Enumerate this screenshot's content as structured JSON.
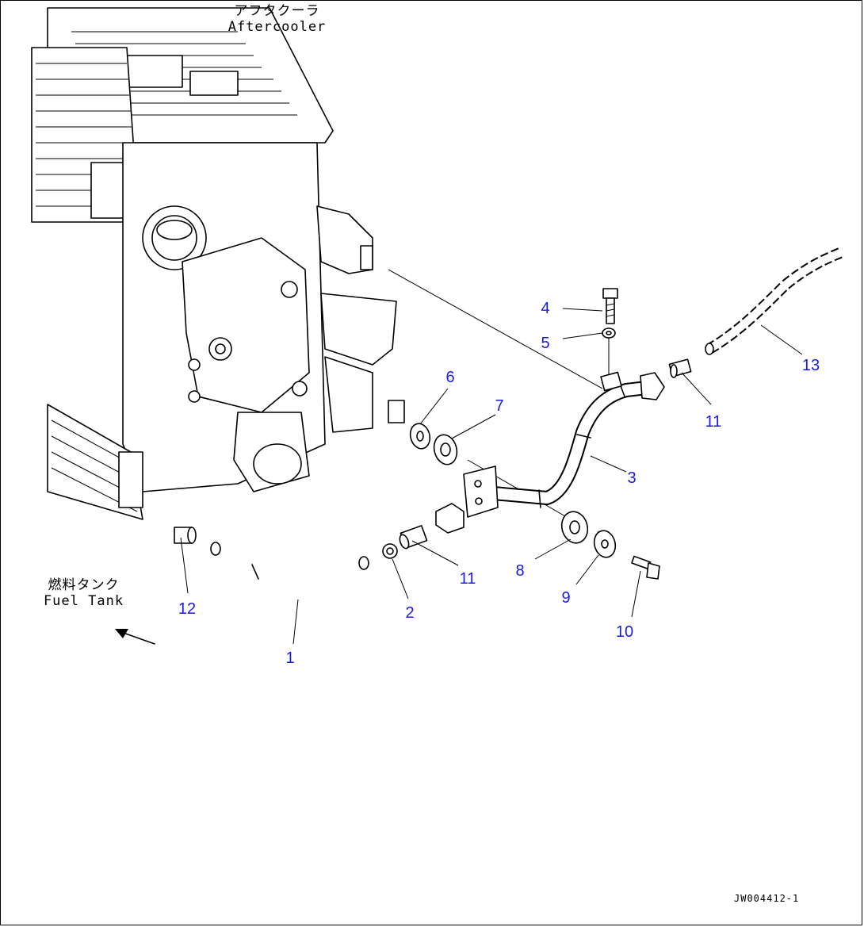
{
  "labels": {
    "aftercooler_jp": "アフタクーラ",
    "aftercooler_en": "Aftercooler",
    "fuel_tank_jp": "燃料タンク",
    "fuel_tank_en": "Fuel Tank"
  },
  "doc_id": "JW004412-1",
  "colors": {
    "callout": "#1a1ae6",
    "line": "#000000"
  },
  "callouts": [
    {
      "id": "c1",
      "text": "1"
    },
    {
      "id": "c2",
      "text": "2"
    },
    {
      "id": "c3",
      "text": "3"
    },
    {
      "id": "c4",
      "text": "4"
    },
    {
      "id": "c5",
      "text": "5"
    },
    {
      "id": "c6",
      "text": "6"
    },
    {
      "id": "c7",
      "text": "7"
    },
    {
      "id": "c8",
      "text": "8"
    },
    {
      "id": "c9",
      "text": "9"
    },
    {
      "id": "c10",
      "text": "10"
    },
    {
      "id": "c11a",
      "text": "11"
    },
    {
      "id": "c11b",
      "text": "11"
    },
    {
      "id": "c12",
      "text": "12"
    },
    {
      "id": "c13",
      "text": "13"
    }
  ]
}
